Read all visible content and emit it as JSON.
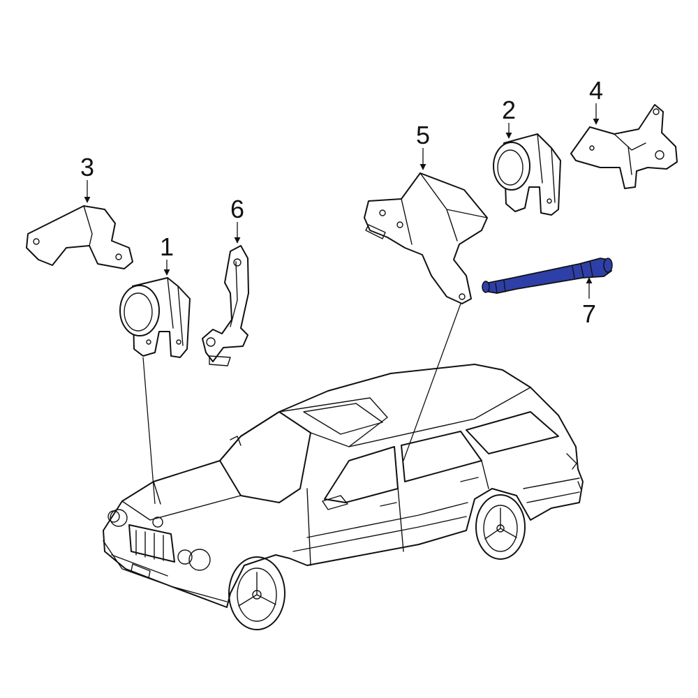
{
  "callouts": {
    "c1": "1",
    "c2": "2",
    "c3": "3",
    "c4": "4",
    "c5": "5",
    "c6": "6",
    "c7": "7"
  },
  "colors": {
    "highlight": "#2f3fa8",
    "line": "#111111",
    "background": "#ffffff"
  }
}
